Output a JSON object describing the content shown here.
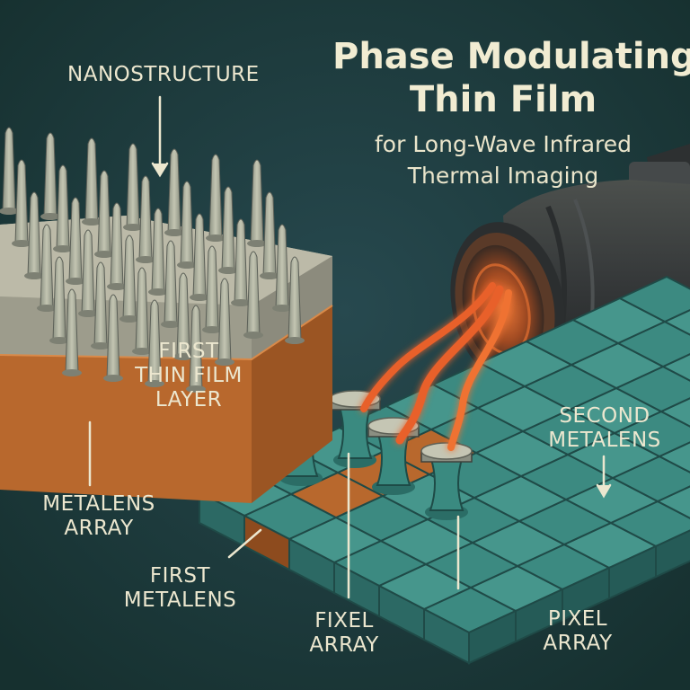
{
  "title": {
    "line1": "Phase Modulating",
    "line2": "Thin Film",
    "subtitle1": "for Long-Wave Infrared",
    "subtitle2": "Thermal Imaging"
  },
  "labels": {
    "nanostructure": "NANOSTRUCTURE",
    "first_thin_film_layer": [
      "FIRST",
      "THIN FILM",
      "LAYER"
    ],
    "metalens_array": [
      "METALENS",
      "ARRAY"
    ],
    "first_metalens": [
      "FIRST",
      "METALENS"
    ],
    "fixel_array": [
      "FIXEL",
      "ARRAY"
    ],
    "pixel_array": [
      "PIXEL",
      "ARRAY"
    ],
    "second_metalens": [
      "SECOND",
      "METALENS"
    ]
  },
  "colors": {
    "background": "#1d3a40",
    "substrate_top": "#b9b6a4",
    "thin_film": "#b8682d",
    "pixel_tile": "#3f8f86",
    "infrared_beam": "#e8602a",
    "camera": "#3a3d3c",
    "text": "#ece7cf"
  }
}
